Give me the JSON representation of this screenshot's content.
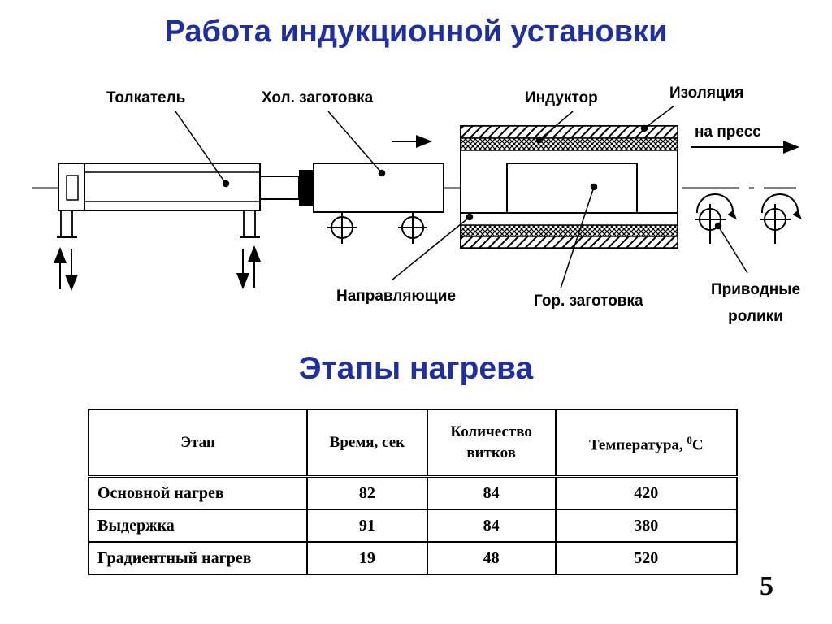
{
  "title": "Работа индукционной установки",
  "diagram": {
    "labels": {
      "pusher": "Толкатель",
      "cold_billet": "Хол. заготовка",
      "inductor": "Индуктор",
      "insulation": "Изоляция",
      "to_press": "на пресс",
      "guides": "Направляющие",
      "hot_billet": "Гор. заготовка",
      "drive_rollers_line1": "Приводные",
      "drive_rollers_line2": "ролики"
    }
  },
  "subtitle": "Этапы нагрева",
  "table": {
    "headers": [
      "Этап",
      "Время, сек",
      "Количество витков",
      "Температура, ",
      "0",
      "С"
    ],
    "rows": [
      [
        "Основной нагрев",
        "82",
        "84",
        "420"
      ],
      [
        "Выдержка",
        "91",
        "84",
        "380"
      ],
      [
        "Градиентный нагрев",
        "19",
        "48",
        "520"
      ]
    ]
  },
  "page_number": "5"
}
